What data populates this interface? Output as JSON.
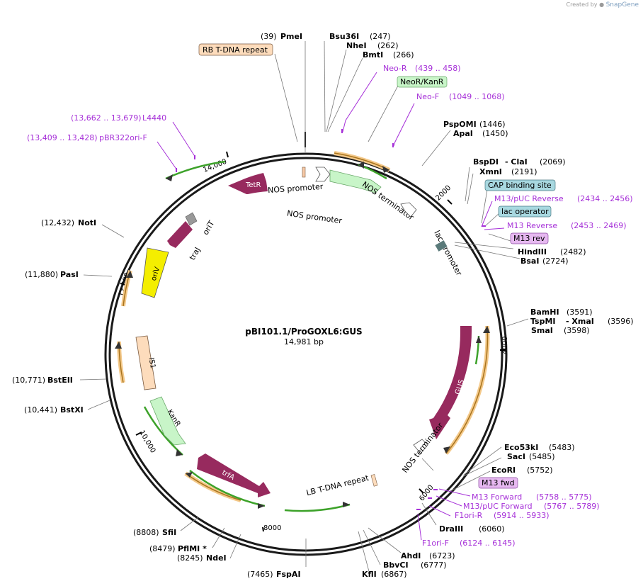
{
  "header": {
    "created_by": "Created by",
    "brand": "SnapGene"
  },
  "plasmid": {
    "name": "pBI101.1/ProGOXL6:GUS",
    "size": "14,981 bp"
  },
  "sites": [
    {
      "id": "pmei",
      "name": "PmeI",
      "pos": "(39)"
    },
    {
      "id": "bsu36i",
      "name": "Bsu36I",
      "pos": "(247)"
    },
    {
      "id": "nhei",
      "name": "NheI",
      "pos": "(262)"
    },
    {
      "id": "bmti",
      "name": "BmtI",
      "pos": "(266)"
    },
    {
      "id": "pspomi",
      "name": "PspOMI",
      "pos": "(1446)"
    },
    {
      "id": "apai",
      "name": "ApaI",
      "pos": "(1450)"
    },
    {
      "id": "bspdi",
      "name": "BspDI",
      "pos": ""
    },
    {
      "id": "clai",
      "name": "- ClaI",
      "pos": "(2069)"
    },
    {
      "id": "xmni",
      "name": "XmnI",
      "pos": "(2191)"
    },
    {
      "id": "hindiii",
      "name": "HindIII",
      "pos": "(2482)"
    },
    {
      "id": "bsai",
      "name": "BsaI",
      "pos": "(2724)"
    },
    {
      "id": "bamhi",
      "name": "BamHI",
      "pos": "(3591)"
    },
    {
      "id": "tspmi",
      "name": "TspMI",
      "pos": ""
    },
    {
      "id": "xmai",
      "name": "- XmaI",
      "pos": "(3596)"
    },
    {
      "id": "smai",
      "name": "SmaI",
      "pos": "(3598)"
    },
    {
      "id": "eco53ki",
      "name": "Eco53kI",
      "pos": "(5483)"
    },
    {
      "id": "saci",
      "name": "SacI",
      "pos": "(5485)"
    },
    {
      "id": "ecori",
      "name": "EcoRI",
      "pos": "(5752)"
    },
    {
      "id": "draiii",
      "name": "DraIII",
      "pos": "(6060)"
    },
    {
      "id": "ahdi",
      "name": "AhdI",
      "pos": "(6723)"
    },
    {
      "id": "bbvci",
      "name": "BbvCI",
      "pos": "(6777)"
    },
    {
      "id": "kfli",
      "name": "KflI",
      "pos": "(6867)"
    },
    {
      "id": "fspai",
      "name": "FspAI",
      "pos": "(7465)"
    },
    {
      "id": "ndei",
      "name": "NdeI",
      "pos": "(8245)"
    },
    {
      "id": "pflmi",
      "name": "PflMI *",
      "pos": "(8479)"
    },
    {
      "id": "sfii",
      "name": "SfiI",
      "pos": "(8808)"
    },
    {
      "id": "bstxi",
      "name": "BstXI",
      "pos": "(10,441)"
    },
    {
      "id": "bsteii",
      "name": "BstEII",
      "pos": "(10,771)"
    },
    {
      "id": "pasi",
      "name": "PasI",
      "pos": "(11,880)"
    },
    {
      "id": "noti",
      "name": "NotI",
      "pos": "(12,432)"
    }
  ],
  "primers": [
    {
      "id": "neor",
      "name": "Neo-R",
      "range": "(439 .. 458)"
    },
    {
      "id": "neof",
      "name": "Neo-F",
      "range": "(1049 .. 1068)"
    },
    {
      "id": "m13puc-rev",
      "name": "M13/pUC Reverse",
      "range": "(2434 .. 2456)"
    },
    {
      "id": "m13-rev",
      "name": "M13 Reverse",
      "range": "(2453 .. 2469)"
    },
    {
      "id": "m13-fwd",
      "name": "M13 Forward",
      "range": "(5758 .. 5775)"
    },
    {
      "id": "m13puc-fwd",
      "name": "M13/pUC Forward",
      "range": "(5767 .. 5789)"
    },
    {
      "id": "f1ori-r",
      "name": "F1ori-R",
      "range": "(5914 .. 5933)"
    },
    {
      "id": "f1ori-f",
      "name": "F1ori-F",
      "range": "(6124 .. 6145)"
    },
    {
      "id": "l4440",
      "name": "L4440",
      "range": "(13,662 .. 13,679)"
    },
    {
      "id": "pbr322ori-f",
      "name": "pBR322ori-F",
      "range": "(13,409 .. 13,428)"
    }
  ],
  "boxes": [
    {
      "id": "rb-tdna",
      "label": "RB T-DNA repeat",
      "color": "#fddcbc"
    },
    {
      "id": "neor-kanr",
      "label": "NeoR/KanR",
      "color": "#c8f5c8"
    },
    {
      "id": "cap",
      "label": "CAP binding site",
      "color": "#a8d8e0"
    },
    {
      "id": "lacop",
      "label": "lac operator",
      "color": "#a8d8e0"
    },
    {
      "id": "m13rev",
      "label": "M13 rev",
      "color": "#e6b8f0"
    },
    {
      "id": "m13fwd",
      "label": "M13 fwd",
      "color": "#e6b8f0"
    }
  ],
  "features": {
    "tetr": "TetR",
    "nos_promoter_1": "NOS promoter",
    "nos_promoter_2": "NOS promoter",
    "nos_terminator_1": "NOS terminator",
    "nos_terminator_2": "NOS terminator",
    "lac_promoter": "lac promoter",
    "traj": "traJ",
    "orit": "oriT",
    "oriv": "oriV",
    "is1": "IS1",
    "kanr": "KanR",
    "trfa": "trfA",
    "gus": "GUS",
    "lb_tdna": "LB T-DNA repeat"
  },
  "ticks": [
    "14,000",
    "2000",
    "12,000",
    "4000",
    "10,000",
    "6000",
    "8000"
  ],
  "colors": {
    "magenta": "#972a5e",
    "green": "#3da22a",
    "orange": "#e8a24a",
    "yellow": "#f4ee00",
    "lightgreen": "#c8f5c8",
    "peach": "#fddcbc",
    "primer": "#a630d8"
  }
}
